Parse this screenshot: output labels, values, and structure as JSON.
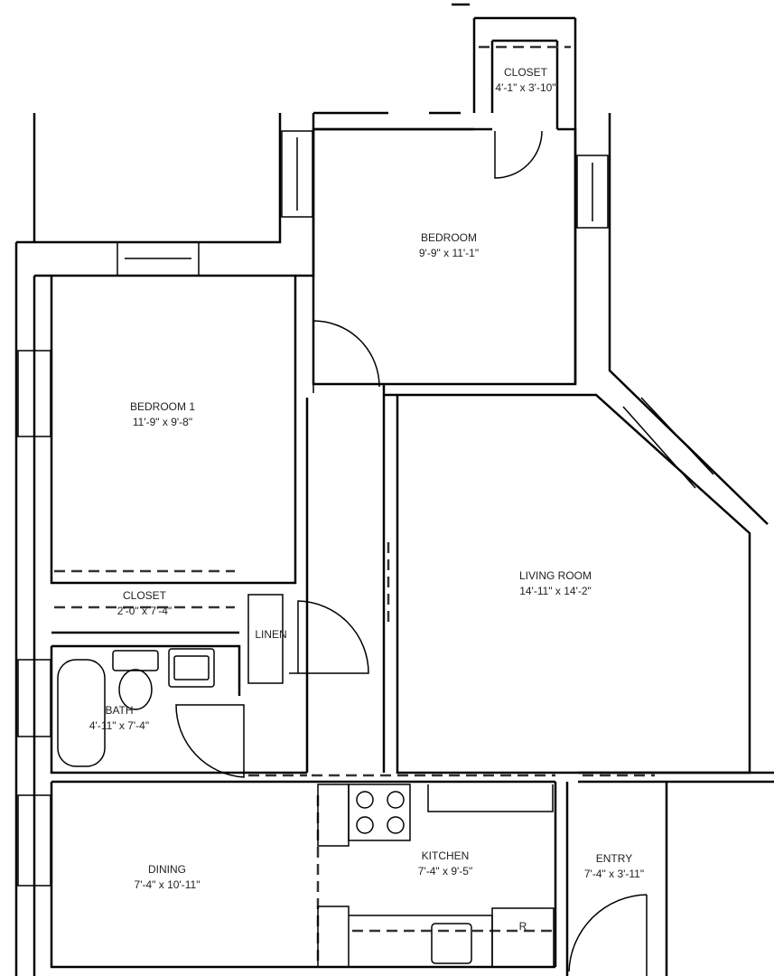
{
  "rooms": {
    "closet_top": {
      "name": "CLOSET",
      "size": "4'-1\" x 3'-10\""
    },
    "bedroom": {
      "name": "BEDROOM",
      "size": "9'-9\" x 11'-1\""
    },
    "bedroom1": {
      "name": "BEDROOM 1",
      "size": "11'-9\" x 9'-8\""
    },
    "living": {
      "name": "LIVING ROOM",
      "size": "14'-11\" x 14'-2\""
    },
    "closet_b1": {
      "name": "CLOSET",
      "size": "2'-0\" x 7'-4\""
    },
    "linen": {
      "name": "LINEN"
    },
    "bath": {
      "name": "BATH",
      "size": "4'-11\" x 7'-4\""
    },
    "dining": {
      "name": "DINING",
      "size": "7'-4\" x 10'-11\""
    },
    "kitchen": {
      "name": "KITCHEN",
      "size": "7'-4\" x 9'-5\""
    },
    "entry": {
      "name": "ENTRY",
      "size": "7'-4\" x 3'-11\""
    }
  },
  "fixtures": {
    "refrigerator_label": "R"
  }
}
